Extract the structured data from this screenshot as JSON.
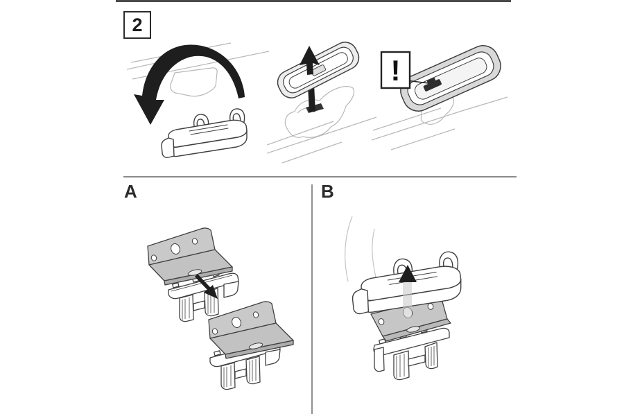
{
  "step": {
    "number": "2"
  },
  "warning": {
    "symbol": "!"
  },
  "sections": {
    "a": {
      "label": "A"
    },
    "b": {
      "label": "B"
    }
  },
  "icons": {
    "flip_arrow": "large curved flip-over arrow",
    "up_arrow": "lift upward arrow",
    "down_arrow": "place downward curved arrow",
    "warning": "exclamation mark in box"
  },
  "illustrations": {
    "panel1": "flip foot unit over above crossbar",
    "panel2": "lift adapter pad from roof fixpoint",
    "panel3": "adapter pad on roof - note clip detail",
    "a": "place metal bracket plate onto ribbed adapter base",
    "b": "mount foot unit onto assembled adapter"
  },
  "colors": {
    "background": "#ffffff",
    "line_art": "#3f3f3f",
    "light_line": "#b8b8b8",
    "metal_gray": "#c9c9c9",
    "adapter_rim_gray": "#d9d9d9",
    "arrow_black": "#1e1e1e",
    "divider_gray": "#8a8a8a",
    "rule_dark": "#4a4a4a"
  }
}
